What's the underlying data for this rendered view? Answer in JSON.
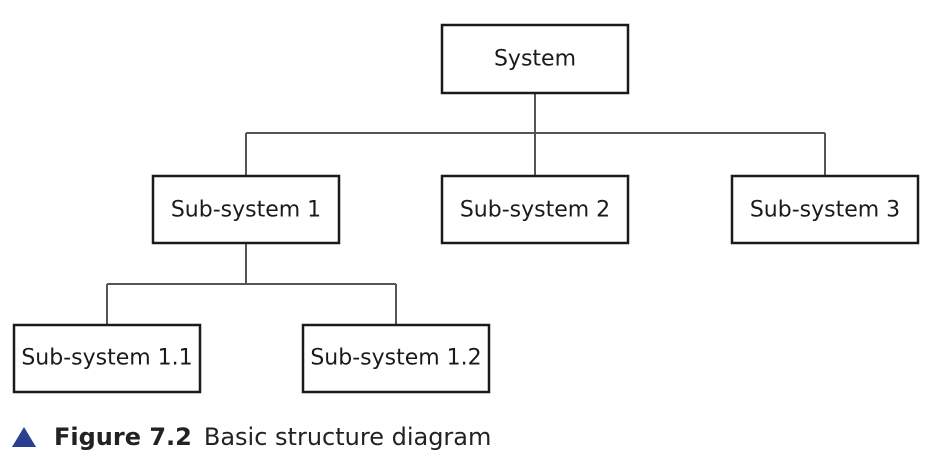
{
  "colors": {
    "marker": "#2a3f8f",
    "box_border": "#1a1a1a",
    "connector": "#555555"
  },
  "nodes": [
    {
      "id": "system",
      "label": "System"
    },
    {
      "id": "sub1",
      "label": "Sub-system 1"
    },
    {
      "id": "sub2",
      "label": "Sub-system 2"
    },
    {
      "id": "sub3",
      "label": "Sub-system 3"
    },
    {
      "id": "sub1_1",
      "label": "Sub-system 1.1"
    },
    {
      "id": "sub1_2",
      "label": "Sub-system 1.2"
    }
  ],
  "edges": [
    {
      "from": "system",
      "to": "sub1"
    },
    {
      "from": "system",
      "to": "sub2"
    },
    {
      "from": "system",
      "to": "sub3"
    },
    {
      "from": "sub1",
      "to": "sub1_1"
    },
    {
      "from": "sub1",
      "to": "sub1_2"
    }
  ],
  "caption": {
    "marker_icon": "triangle-up-icon",
    "number": "Figure 7.2",
    "text": "Basic structure diagram"
  }
}
